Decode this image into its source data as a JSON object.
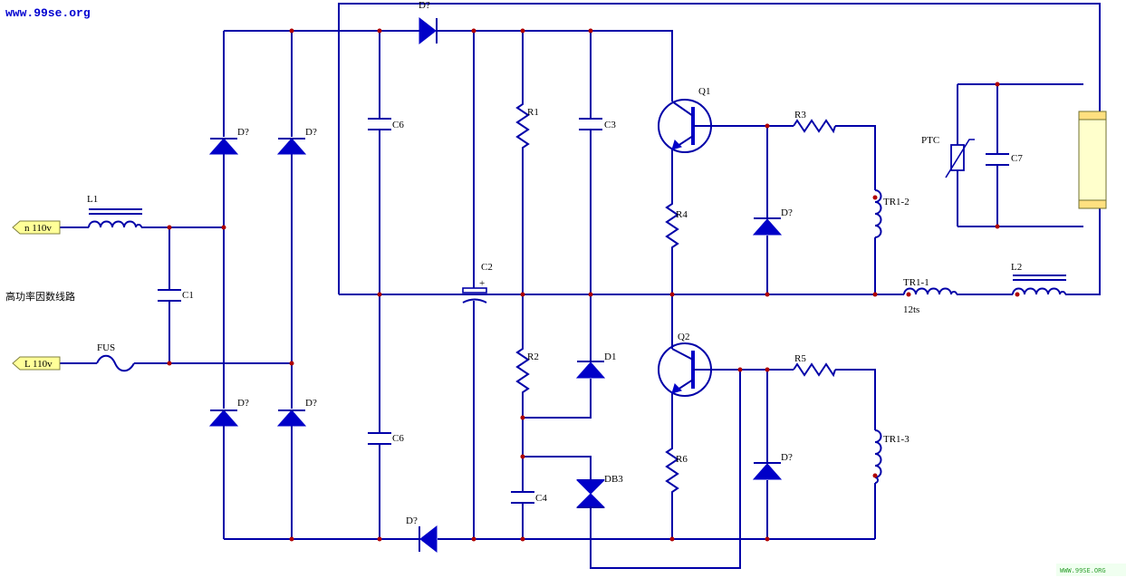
{
  "site_label": "www.99se.org",
  "watermark": "WWW.99SE.ORG",
  "circuit_title": "高功率因数线路",
  "ports": {
    "n_in": "n 110v",
    "l_in": "L 110v"
  },
  "labels": {
    "L1": "L1",
    "C1": "C1",
    "FUS": "FUS",
    "D_bridge_tl": "D?",
    "D_bridge_tr": "D?",
    "D_bridge_bl": "D?",
    "D_bridge_br": "D?",
    "C6_top": "C6",
    "C6_bot": "C6",
    "D_top": "D?",
    "D_bot": "D?",
    "C2": "C2",
    "R1": "R1",
    "R2": "R2",
    "C3": "C3",
    "C4": "C4",
    "D1": "D1",
    "DB3": "DB3",
    "Q1": "Q1",
    "Q2": "Q2",
    "R3": "R3",
    "R4": "R4",
    "R5": "R5",
    "R6": "R6",
    "D_q1": "D?",
    "D_q2": "D?",
    "TR1_2": "TR1-2",
    "TR1_3": "TR1-3",
    "TR1_1": "TR1-1",
    "turns": "12ts",
    "L2": "L2",
    "PTC": "PTC",
    "C7": "C7"
  },
  "colors": {
    "wire": "#0000a8",
    "component": "#0000c8",
    "node": "#b00000",
    "port_fill": "#ffff99",
    "lamp_fill": "#ffffcc",
    "lamp_end": "#ffe080"
  }
}
